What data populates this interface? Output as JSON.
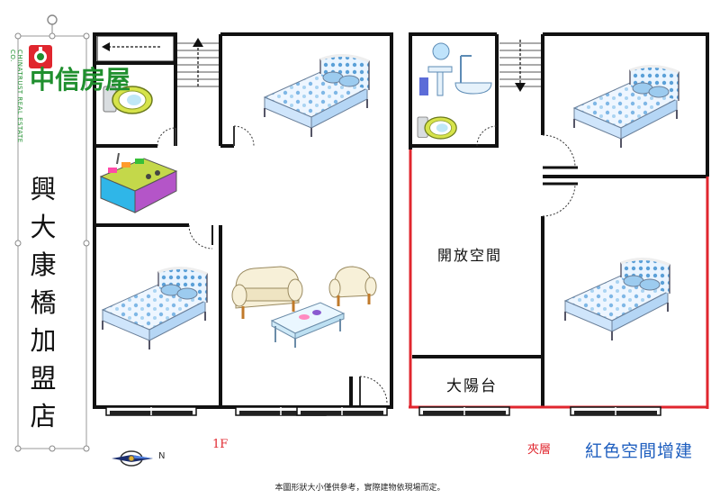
{
  "brand": {
    "logo_chinese": "中信房屋",
    "logo_english": "CHINATRUST REAL ESTATE CO.",
    "store_name": [
      "興",
      "大",
      "康",
      "橋",
      "加",
      "盟",
      "店"
    ]
  },
  "floor_plan": {
    "floor_1_label": "1F",
    "mezzanine_label": "夾層",
    "open_space_label": "開放空間",
    "balcony_label": "大陽台",
    "legend_text": "紅色空間增建",
    "compass_letter": "N",
    "disclaimer": "本圖形狀大小僅供參考，實際建物依現場而定。"
  },
  "colors": {
    "wall": "#111111",
    "added_space": "#e0262e",
    "legend_blue": "#1f5fbf",
    "brand_green": "#1f8f2e",
    "brand_red": "#e0262e"
  },
  "icons": [
    "bed-icon",
    "toilet-icon",
    "kitchen-icon",
    "sofa-icon",
    "armchair-icon",
    "coffee-table-icon",
    "bathroom-fixtures-icon",
    "stairs-icon",
    "compass-icon",
    "window-icon",
    "door-icon"
  ]
}
